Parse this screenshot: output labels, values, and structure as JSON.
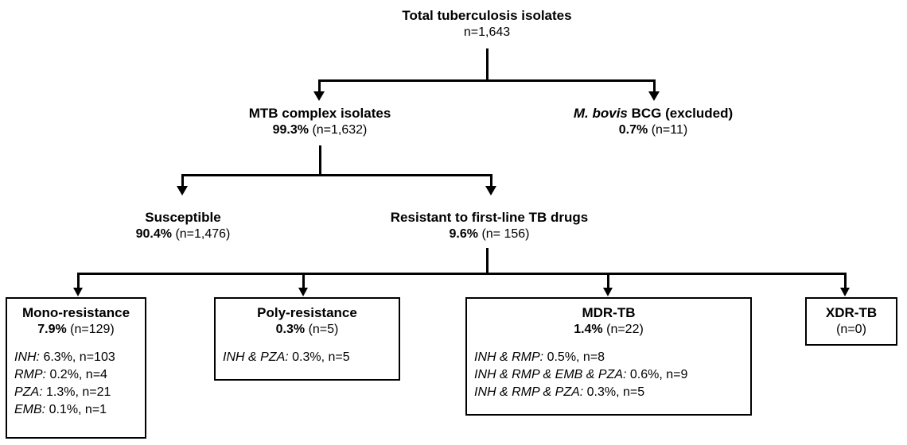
{
  "chart_data": {
    "type": "diagram",
    "title": "Tuberculosis isolate drug-resistance flow diagram",
    "total": 1643
  },
  "root": {
    "title": "Total tuberculosis isolates",
    "count": "n=1,643"
  },
  "level2": {
    "mtb": {
      "title": "MTB complex isolates",
      "percent": "99.3%",
      "count": "(n=1,632)"
    },
    "bovis": {
      "title_italic": "M. bovis",
      "title_rest": " BCG (excluded)",
      "percent": "0.7%",
      "count": "(n=11)"
    }
  },
  "level3": {
    "susceptible": {
      "title": "Susceptible",
      "percent": "90.4%",
      "count": "(n=1,476)"
    },
    "resistant": {
      "title": "Resistant to first-line TB drugs",
      "percent": "9.6%",
      "count": "(n= 156)"
    }
  },
  "level4": {
    "mono": {
      "title": "Mono-resistance",
      "percent": "7.9%",
      "count": "(n=129)",
      "rows": [
        {
          "drug": "INH:",
          "value": " 6.3%, n=103"
        },
        {
          "drug": "RMP:",
          "value": " 0.2%, n=4"
        },
        {
          "drug": "PZA:",
          "value": " 1.3%, n=21"
        },
        {
          "drug": "EMB:",
          "value": " 0.1%, n=1"
        }
      ]
    },
    "poly": {
      "title": "Poly-resistance",
      "percent": "0.3%",
      "count": "(n=5)",
      "rows": [
        {
          "drug": "INH & PZA:",
          "value": " 0.3%, n=5"
        }
      ]
    },
    "mdr": {
      "title": "MDR-TB",
      "percent": "1.4%",
      "count": "(n=22)",
      "rows": [
        {
          "drug": "INH & RMP:",
          "value": " 0.5%, n=8"
        },
        {
          "drug": "INH & RMP & EMB & PZA:",
          "value": " 0.6%, n=9"
        },
        {
          "drug": "INH & RMP & PZA:",
          "value": " 0.3%, n=5"
        }
      ]
    },
    "xdr": {
      "title": "XDR-TB",
      "count": "(n=0)"
    }
  },
  "colors": {
    "line": "#000000",
    "background": "#ffffff",
    "text": "#000000"
  }
}
